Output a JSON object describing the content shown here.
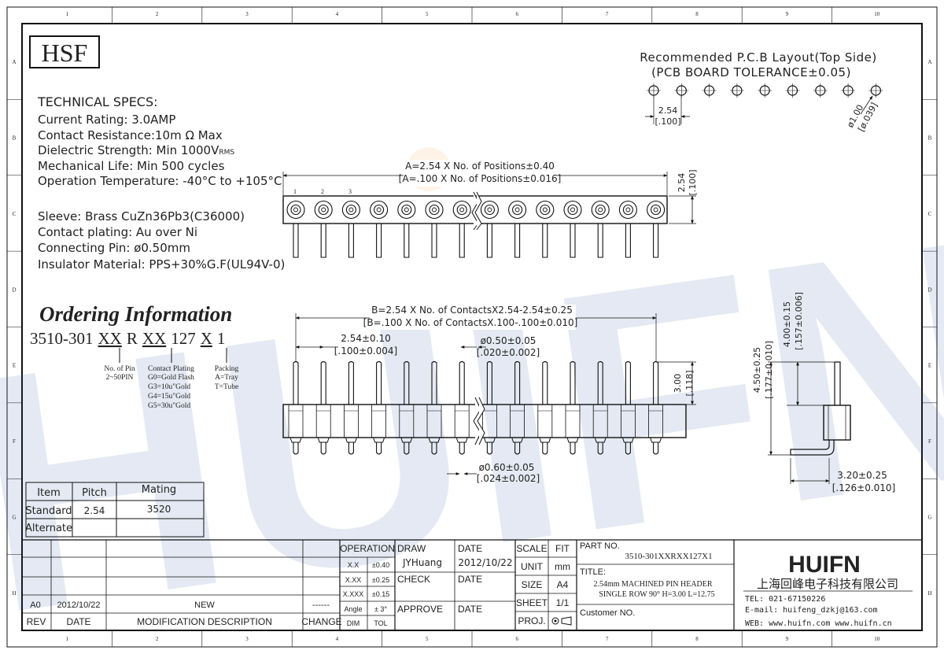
{
  "grid": {
    "cols": [
      "1",
      "2",
      "3",
      "4",
      "5",
      "6",
      "7",
      "8",
      "9",
      "10"
    ],
    "rows": [
      "A",
      "B",
      "C",
      "D",
      "E",
      "F",
      "G",
      "H"
    ]
  },
  "logo": "HSF",
  "watermark": "HUIFN",
  "specs": {
    "title": "TECHNICAL SPECS:",
    "lines": [
      "Current Rating: 3.0AMP",
      "Contact Resistance:10m Ω  Max",
      "Dielectric Strength: Min 1000V",
      "Mechanical Life: Min 500 cycles",
      "Operation Temperature: -40°C to +105°C"
    ],
    "rms": "RMS",
    "materials": [
      "Sleeve: Brass CuZn36Pb3(C36000)",
      "Contact plating: Au over Ni",
      "Connecting Pin: ø0.50mm",
      "Insulator Material: PPS+30%G.F(UL94V-0)"
    ]
  },
  "ordering": {
    "title": "Ordering Information",
    "part_prefix": "3510-301",
    "part_xx1": "XX",
    "part_r": "R",
    "part_xx2": "XX",
    "part_127": "127",
    "part_x": "X",
    "part_1": "1",
    "pin_label": [
      "No. of Pin",
      "2~50PIN"
    ],
    "plating_label": [
      "Contact Plating",
      "G0=Gold Flash",
      "G3=10u\"Gold",
      "G4=15u\"Gold",
      "G5=30u\"Gold"
    ],
    "packing_label": [
      "Packing",
      "A=Tray",
      "T=Tube"
    ]
  },
  "mating_table": {
    "headers": [
      "Item",
      "Pitch",
      "Mating"
    ],
    "rows": [
      [
        "Standard",
        "2.54",
        "3520"
      ],
      [
        "Alternate",
        "",
        ""
      ]
    ]
  },
  "pcb_layout": {
    "title1": "Recommended P.C.B Layout(Top Side)",
    "title2": "(PCB BOARD TOLERANCE±0.05)",
    "pitch": "2.54",
    "pitch_in": "[.100]",
    "hole": "ø1.00",
    "hole_in": "[ø.039]"
  },
  "top_view": {
    "dim_a1": "A=2.54 X No. of Positions±0.40",
    "dim_a2": "[A=.100 X No. of Positions±0.016]",
    "pin_numbers": [
      "1",
      "2",
      "3"
    ],
    "height": "2.54",
    "height_in": "[.100]"
  },
  "front_view": {
    "dim_b1": "B=2.54 X No. of ContactsX2.54-2.54±0.25",
    "dim_b2": "[B=.100 X No. of ContactsX.100-.100±0.010]",
    "pitch": "2.54±0.10",
    "pitch_in": "[.100±0.004]",
    "pin_dia": "ø0.50±0.05",
    "pin_dia_in": "[.020±0.002]",
    "height": "3.00",
    "height_in": "[.118]",
    "tail_dia": "ø0.60±0.05",
    "tail_dia_in": "[.024±0.002]"
  },
  "side_view": {
    "total": "4.50±0.25",
    "total_in": "[.177±0.010]",
    "upper": "4.00±0.15",
    "upper_in": "[.157±0.006]",
    "foot": "3.20±0.25",
    "foot_in": "[.126±0.010]"
  },
  "title_block": {
    "rev_hdr": "REV",
    "date_hdr": "DATE",
    "mod_hdr": "MODIFICATION DESCRIPTION",
    "change_hdr": "CHANGE",
    "rev_a0": "A0",
    "rev_a0_date": "2012/10/22",
    "rev_a0_desc": "NEW",
    "rev_a0_change": "------",
    "operation": "OPERATION",
    "dim": "DIM",
    "tol": "TOL",
    "tol_rows": [
      [
        "X.X",
        "±0.40"
      ],
      [
        "X.XX",
        "±0.25"
      ],
      [
        "X.XXX",
        "±0.15"
      ],
      [
        "Angle",
        "± 3°"
      ]
    ],
    "draw": "DRAW",
    "drawer": "JYHuang",
    "check": "CHECK",
    "approve": "APPROVE",
    "date_label": "DATE",
    "draw_date": "2012/10/22",
    "scale": "SCALE",
    "fit": "FIT",
    "unit": "UNIT",
    "unit_val": "mm",
    "size": "SIZE",
    "size_val": "A4",
    "sheet": "SHEET",
    "sheet_val": "1/1",
    "proj": "PROJ.",
    "part_no_label": "PART NO.",
    "part_no": "3510-301XXRXX127X1",
    "title_label": "TITLE:",
    "title_line1": "2.54mm MACHINED PIN HEADER",
    "title_line2": "SINGLE ROW 90° H=3.00 L=12.75",
    "customer": "Customer NO.",
    "company_logo": "HUIFN",
    "company_name": "上海回峰电子科技有限公司",
    "tel": "TEL:  021-67150226",
    "email": "E-mail: huifeng_dzkj@163.com",
    "web": "WEB:  www.huifn.com   www.huifn.cn"
  }
}
